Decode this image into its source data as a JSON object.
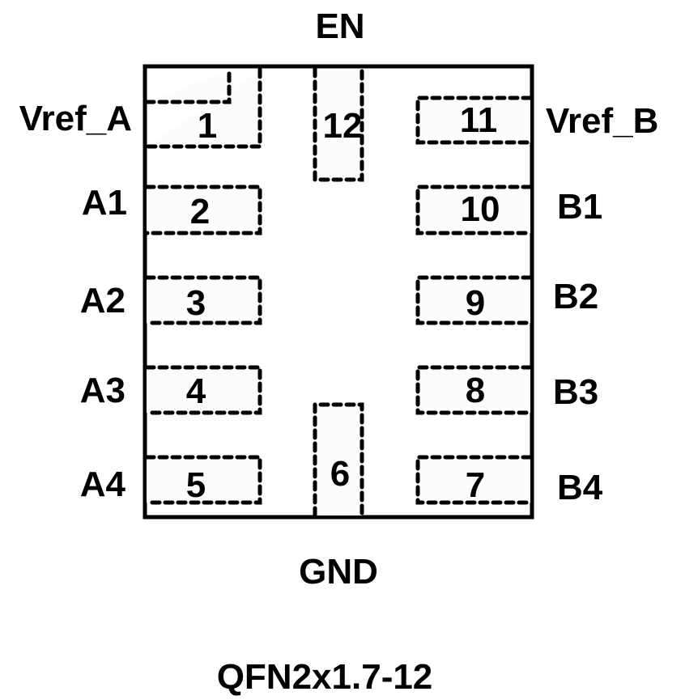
{
  "package_name": "QFN2x1.7-12",
  "top_label": "EN",
  "bottom_label": "GND",
  "colors": {
    "outline": "#000000",
    "pad_fill": "#fcfcfc",
    "background": "#ffffff"
  },
  "pins": [
    {
      "number": "1",
      "name": "Vref_A",
      "side": "left"
    },
    {
      "number": "2",
      "name": "A1",
      "side": "left"
    },
    {
      "number": "3",
      "name": "A2",
      "side": "left"
    },
    {
      "number": "4",
      "name": "A3",
      "side": "left"
    },
    {
      "number": "5",
      "name": "A4",
      "side": "left"
    },
    {
      "number": "6",
      "name": "GND",
      "side": "bottom"
    },
    {
      "number": "7",
      "name": "B4",
      "side": "right"
    },
    {
      "number": "8",
      "name": "B3",
      "side": "right"
    },
    {
      "number": "9",
      "name": "B2",
      "side": "right"
    },
    {
      "number": "10",
      "name": "B1",
      "side": "right"
    },
    {
      "number": "11",
      "name": "Vref_B",
      "side": "right"
    },
    {
      "number": "12",
      "name": "EN",
      "side": "top"
    }
  ]
}
